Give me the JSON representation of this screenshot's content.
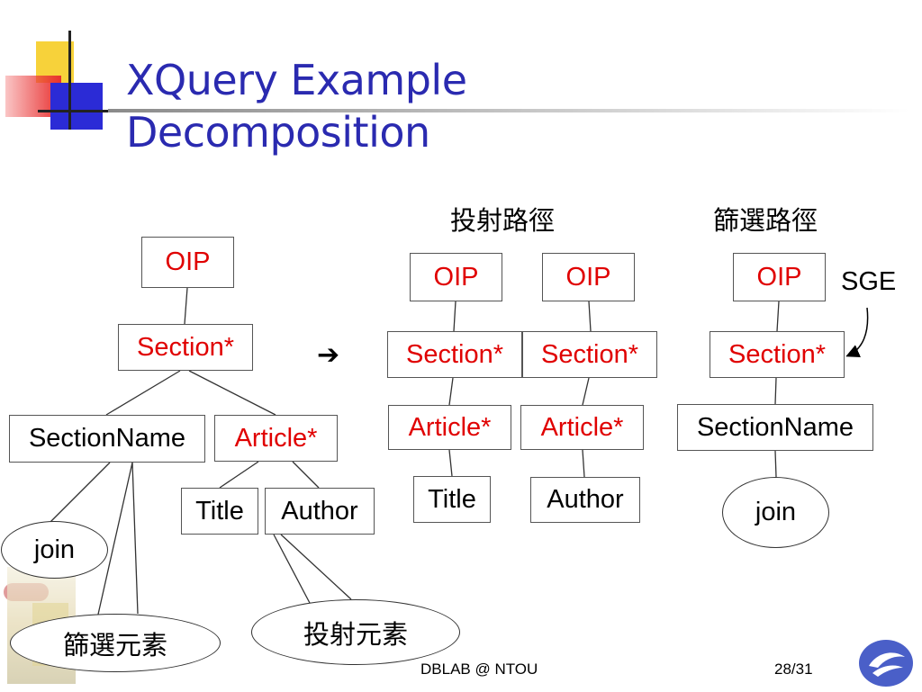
{
  "slide": {
    "title_line1": "XQuery Example",
    "title_line2": "Decomposition",
    "accent_color": "#2a2ab0",
    "node_text_red": "#e00000"
  },
  "left_tree": {
    "root": "OIP",
    "section": "Section*",
    "section_name": "SectionName",
    "article": "Article*",
    "title": "Title",
    "author": "Author",
    "join": "join",
    "filter_element": "篩選元素",
    "projection_element": "投射元素"
  },
  "arrow_glyph": "➔",
  "projection_paths": {
    "heading": "投射路徑",
    "path1": {
      "root": "OIP",
      "section": "Section*",
      "article": "Article*",
      "leaf": "Title"
    },
    "path2": {
      "root": "OIP",
      "section": "Section*",
      "article": "Article*",
      "leaf": "Author"
    }
  },
  "filter_path": {
    "heading": "篩選路徑",
    "root": "OIP",
    "section": "Section*",
    "section_name": "SectionName",
    "join": "join",
    "sge_label": "SGE"
  },
  "footer": {
    "center": "DBLAB @ NTOU",
    "page": "28/31"
  },
  "icons": {
    "corner_decoration": "slide-corner-squares-icon",
    "watermark": "xml-database-lab-watermark-icon",
    "logo": "ntou-logo-icon"
  }
}
